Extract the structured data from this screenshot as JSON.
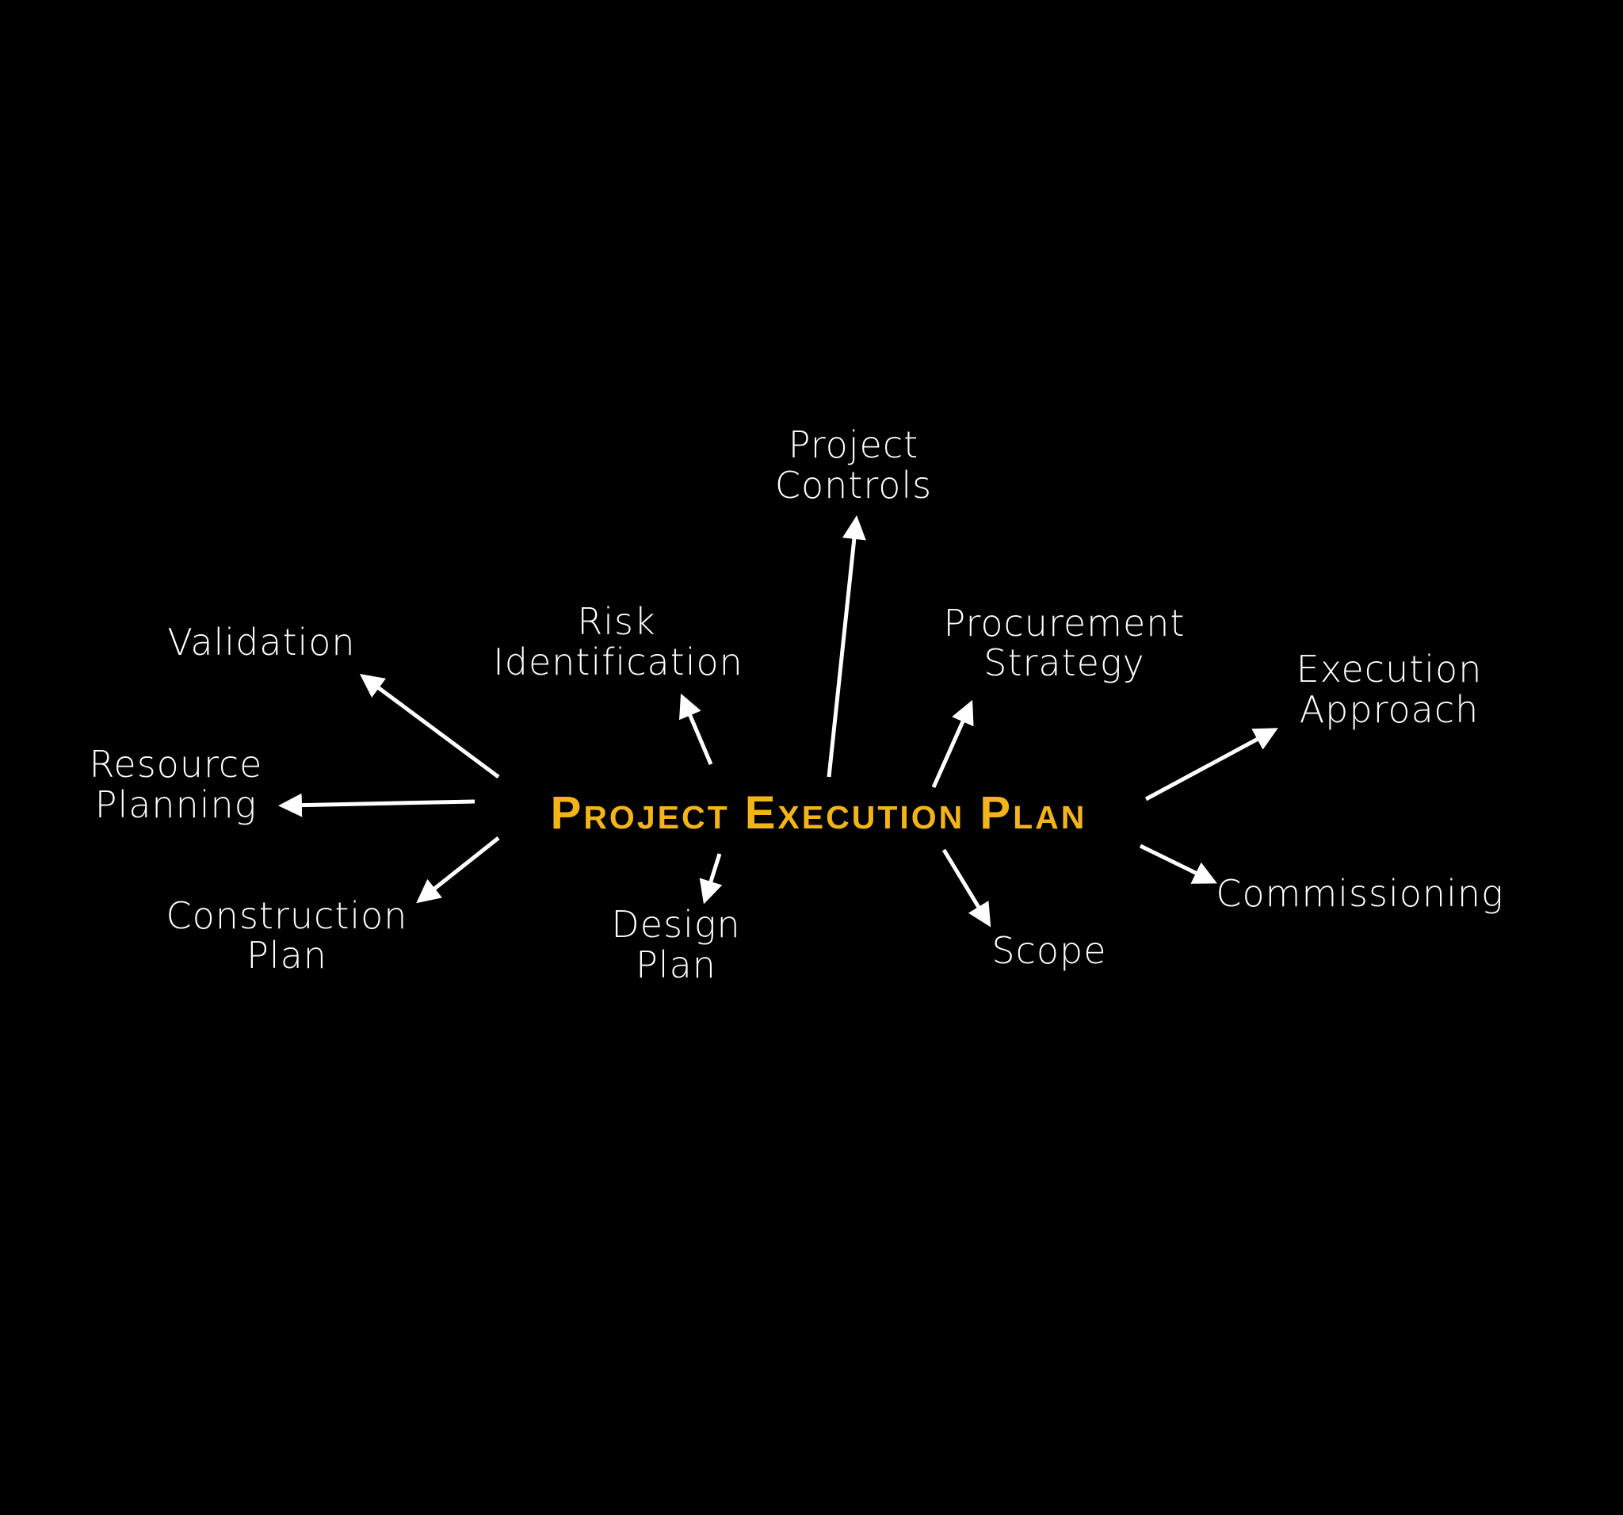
{
  "center": {
    "title": "Project Execution Plan",
    "color": "#f2b418"
  },
  "nodes": {
    "project_controls": [
      "Project",
      "Controls"
    ],
    "risk_identification": [
      "Risk",
      "Identification"
    ],
    "validation": [
      "Validation"
    ],
    "procurement_strategy": [
      "Procurement",
      "Strategy"
    ],
    "execution_approach": [
      "Execution",
      "Approach"
    ],
    "resource_planning": [
      "Resource",
      "Planning"
    ],
    "construction_plan": [
      "Construction",
      "Plan"
    ],
    "design_plan": [
      "Design",
      "Plan"
    ],
    "scope": [
      "Scope"
    ],
    "commissioning": [
      "Commissioning"
    ]
  }
}
